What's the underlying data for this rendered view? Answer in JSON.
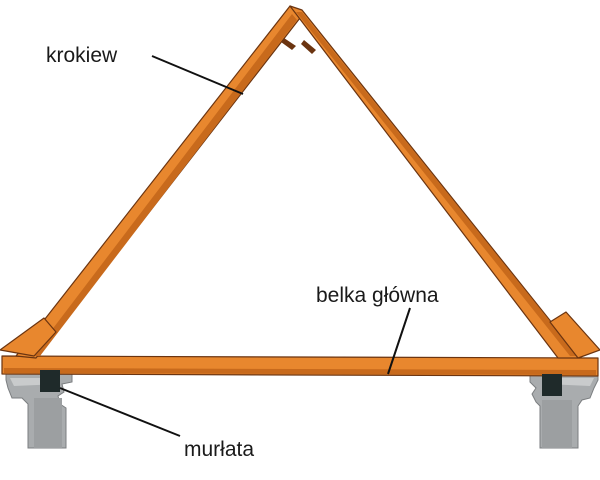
{
  "labels": {
    "rafter": "krokiew",
    "tie_beam": "belka główna",
    "wall_plate": "murłata"
  },
  "colors": {
    "timber": "#e8872e",
    "timber_dark": "#c86a1c",
    "timber_outline": "#6b3410",
    "masonry": "#a9acae",
    "masonry_light": "#c9cbcc",
    "wall_plate": "#1f2a2a",
    "leader_line": "#111111"
  }
}
